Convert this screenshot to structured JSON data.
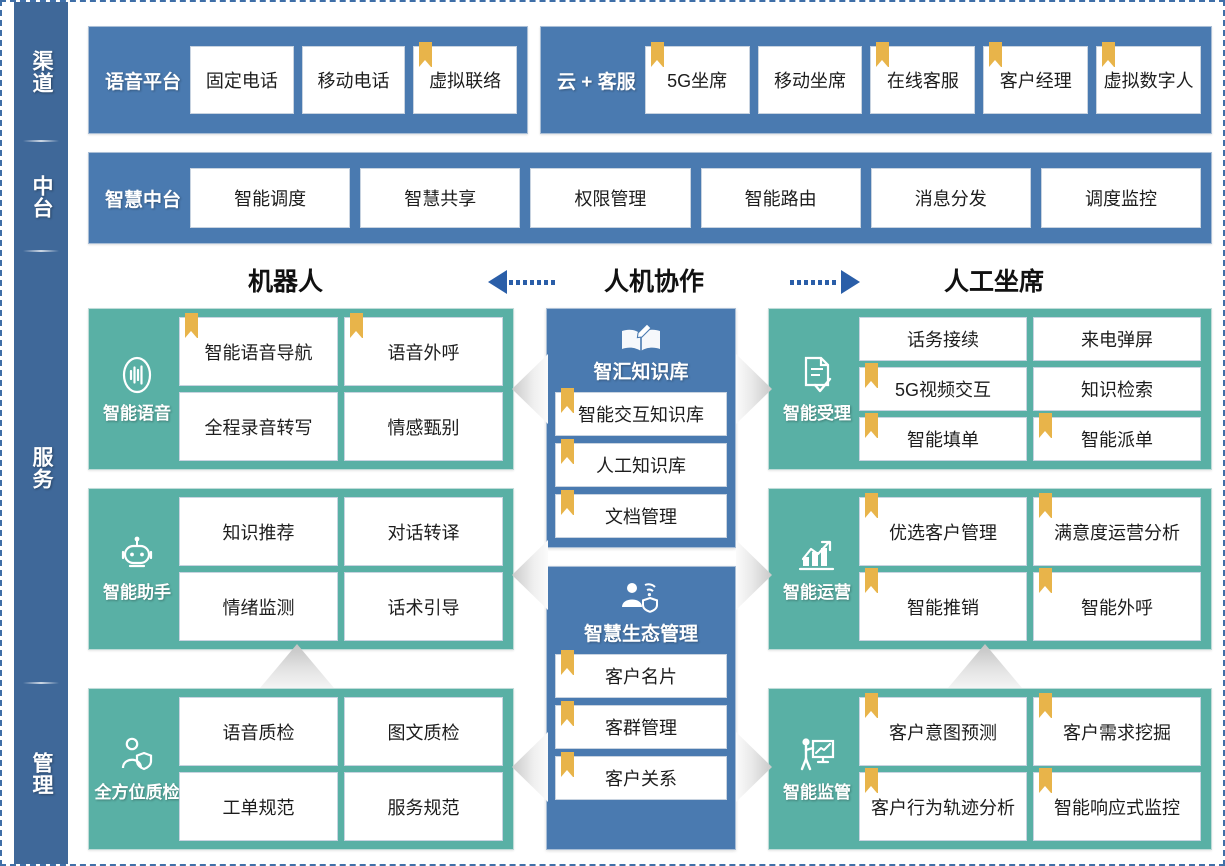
{
  "sidebar": {
    "sections": [
      {
        "label": "渠道",
        "name": "sidebar-section-channel"
      },
      {
        "label": "中台",
        "name": "sidebar-section-middle-platform"
      },
      {
        "label": "服务",
        "name": "sidebar-section-service"
      },
      {
        "label": "管理",
        "name": "sidebar-section-management"
      }
    ]
  },
  "channel": {
    "voice_platform": {
      "title": "语音平台",
      "cells": [
        {
          "label": "固定电话",
          "bookmark": false
        },
        {
          "label": "移动电话",
          "bookmark": false
        },
        {
          "label": "虚拟联络",
          "bookmark": true
        }
      ]
    },
    "cloud_service": {
      "title": "云 + 客服",
      "cells": [
        {
          "label": "5G坐席",
          "bookmark": true
        },
        {
          "label": "移动坐席",
          "bookmark": false
        },
        {
          "label": "在线客服",
          "bookmark": true
        },
        {
          "label": "客户经理",
          "bookmark": true
        },
        {
          "label": "虚拟数字人",
          "bookmark": true
        }
      ]
    }
  },
  "middle_platform": {
    "title": "智慧中台",
    "cells": [
      {
        "label": "智能调度",
        "bookmark": false
      },
      {
        "label": "智慧共享",
        "bookmark": false
      },
      {
        "label": "权限管理",
        "bookmark": false
      },
      {
        "label": "智能路由",
        "bookmark": false
      },
      {
        "label": "消息分发",
        "bookmark": false
      },
      {
        "label": "调度监控",
        "bookmark": false
      }
    ]
  },
  "section_header": {
    "robot": "机器人",
    "cooperation": "人机协作",
    "agent": "人工坐席"
  },
  "left_column": [
    {
      "name": "intelligent-voice",
      "title": "智能语音",
      "icon": "voice-waveform-icon",
      "items": [
        {
          "label": "智能语音导航",
          "bookmark": true
        },
        {
          "label": "语音外呼",
          "bookmark": true
        },
        {
          "label": "全程录音转写",
          "bookmark": false
        },
        {
          "label": "情感甄别",
          "bookmark": false
        }
      ]
    },
    {
      "name": "intelligent-assistant",
      "title": "智能助手",
      "icon": "robot-icon",
      "items": [
        {
          "label": "知识推荐",
          "bookmark": false
        },
        {
          "label": "对话转译",
          "bookmark": false
        },
        {
          "label": "情绪监测",
          "bookmark": false
        },
        {
          "label": "话术引导",
          "bookmark": false
        }
      ]
    },
    {
      "name": "full-quality-check",
      "title": "全方位质检",
      "icon": "person-shield-icon",
      "items": [
        {
          "label": "语音质检",
          "bookmark": false
        },
        {
          "label": "图文质检",
          "bookmark": false
        },
        {
          "label": "工单规范",
          "bookmark": false
        },
        {
          "label": "服务规范",
          "bookmark": false
        }
      ]
    }
  ],
  "center_column": [
    {
      "name": "knowledge-base",
      "title": "智汇知识库",
      "icon": "book-pen-icon",
      "items": [
        {
          "label": "智能交互知识库",
          "bookmark": true
        },
        {
          "label": "人工知识库",
          "bookmark": true
        },
        {
          "label": "文档管理",
          "bookmark": true
        }
      ]
    },
    {
      "name": "eco-management",
      "title": "智慧生态管理",
      "icon": "person-network-icon",
      "items": [
        {
          "label": "客户名片",
          "bookmark": true
        },
        {
          "label": "客群管理",
          "bookmark": true
        },
        {
          "label": "客户关系",
          "bookmark": true
        }
      ]
    }
  ],
  "right_column": [
    {
      "name": "intelligent-acceptance",
      "title": "智能受理",
      "icon": "document-check-icon",
      "items": [
        {
          "label": "话务接续",
          "bookmark": false
        },
        {
          "label": "来电弹屏",
          "bookmark": false
        },
        {
          "label": "5G视频交互",
          "bookmark": true
        },
        {
          "label": "知识检索",
          "bookmark": false
        },
        {
          "label": "智能填单",
          "bookmark": true
        },
        {
          "label": "智能派单",
          "bookmark": true
        }
      ]
    },
    {
      "name": "intelligent-operation",
      "title": "智能运营",
      "icon": "bar-chart-trend-icon",
      "items": [
        {
          "label": "优选客户管理",
          "bookmark": true
        },
        {
          "label": "满意度运营分析",
          "bookmark": true
        },
        {
          "label": "智能推销",
          "bookmark": true
        },
        {
          "label": "智能外呼",
          "bookmark": true
        }
      ]
    },
    {
      "name": "intelligent-supervision",
      "title": "智能监管",
      "icon": "person-presentation-icon",
      "items": [
        {
          "label": "客户意图预测",
          "bookmark": true
        },
        {
          "label": "客户需求挖掘",
          "bookmark": true
        },
        {
          "label": "客户行为轨迹分析",
          "bookmark": true
        },
        {
          "label": "智能响应式监控",
          "bookmark": true
        }
      ]
    }
  ],
  "colors": {
    "blue": "#4a7ab0",
    "sidebar_blue": "#3f6899",
    "green": "#59b0a5",
    "bookmark_gold": "#e8b44a",
    "arrow_blue": "#2a5ea8"
  }
}
